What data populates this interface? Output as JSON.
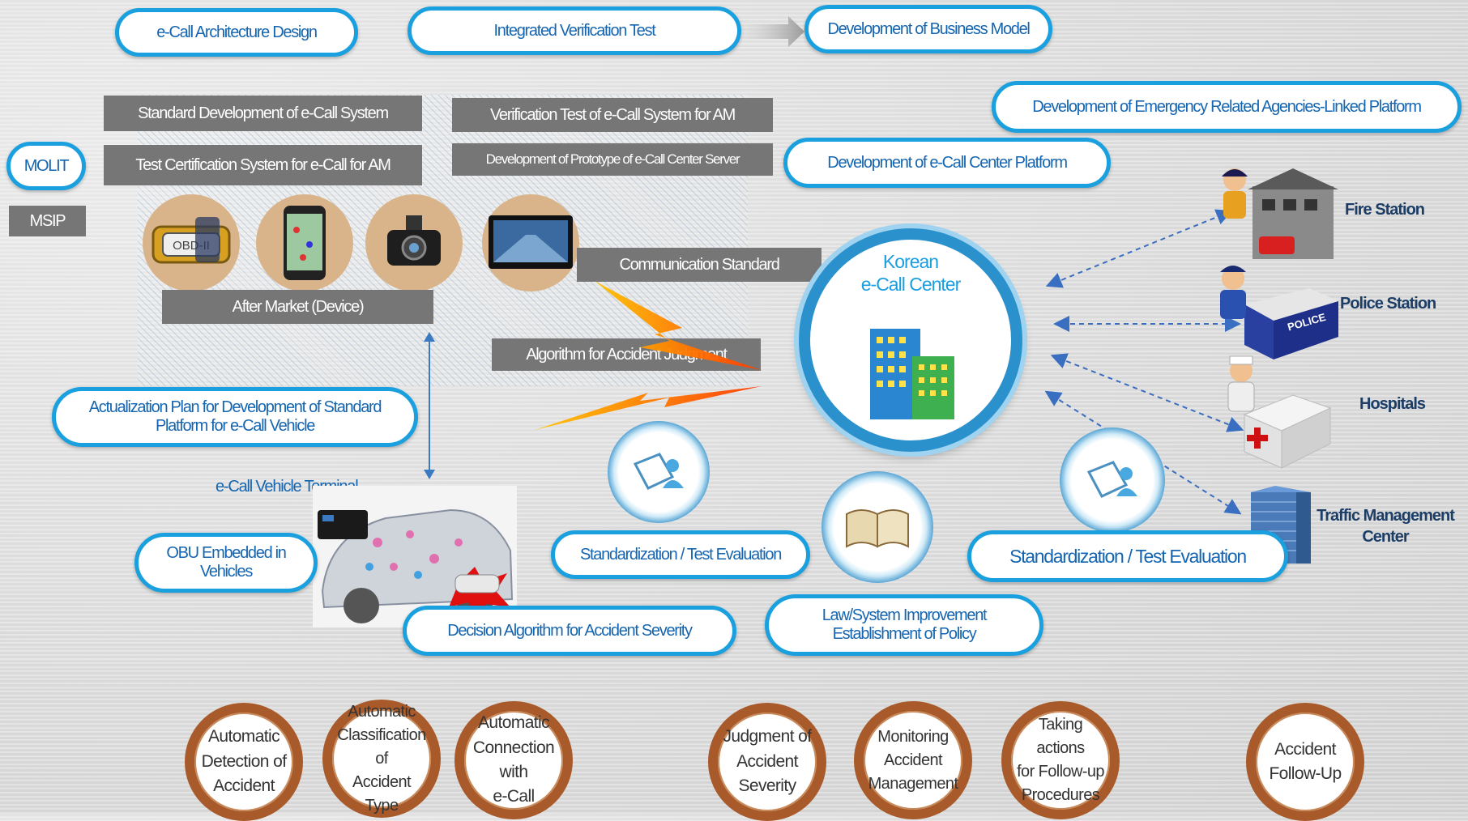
{
  "top_pills": {
    "architecture": "e-Call Architecture Design",
    "integrated_test": "Integrated Verification Test",
    "business_model": "Development of Business Model"
  },
  "agencies": {
    "molit": "MOLIT",
    "msip": "MSIP"
  },
  "grey_boxes": {
    "standard_dev": "Standard Development  of  e-Call System",
    "test_cert": "Test Certification System for e-Call for AM",
    "verification": "Verification Test of e-Call System for AM",
    "prototype": "Development of Prototype of e-Call Center Server",
    "comm_standard": "Communication Standard",
    "algorithm": "Algorithm for  Accident Judgment",
    "after_market": "After Market (Device)"
  },
  "devices": {
    "obd_label": "OBD-II"
  },
  "right_pills": {
    "emergency_platform": "Development of Emergency Related Agencies-Linked Platform",
    "center_platform": "Development of e-Call Center Platform"
  },
  "center": {
    "line1": "Korean",
    "line2": "e-Call Center"
  },
  "facilities": {
    "fire": "Fire Station",
    "police": "Police Station",
    "police_sign": "POLICE",
    "hospitals": "Hospitals",
    "traffic_line1": "Traffic Management",
    "traffic_line2": "Center"
  },
  "mid_pills": {
    "actualization_line1": "Actualization Plan  for Development of  Standard",
    "actualization_line2": "Platform for e-Call  Vehicle",
    "obu_line1": "OBU Embedded in",
    "obu_line2": "Vehicles",
    "std_test_mid": "Standardization / Test Evaluation",
    "decision": "Decision Algorithm for Accident  Severity",
    "law_line1": "Law/System Improvement",
    "law_line2": "Establishment of Policy",
    "std_test_right": "Standardization / Test  Evaluation"
  },
  "vehicle_terminal": "e-Call  Vehicle Terminal",
  "process_steps": [
    [
      "Automatic",
      "Detection of",
      "Accident"
    ],
    [
      "Automatic",
      "Classification of",
      "Accident Type"
    ],
    [
      "Automatic",
      "Connection with",
      "e-Call"
    ],
    [
      "Judgment of",
      "Accident",
      "Severity"
    ],
    [
      "Monitoring",
      "Accident",
      "Management"
    ],
    [
      "Taking actions",
      "for Follow-up",
      "Procedures"
    ],
    [
      "Accident",
      "Follow-Up"
    ]
  ],
  "colors": {
    "accent_blue": "#1aa0df",
    "text_blue": "#1565b0",
    "grey_box": "#767676",
    "brown_ring": "#a85a2a"
  }
}
